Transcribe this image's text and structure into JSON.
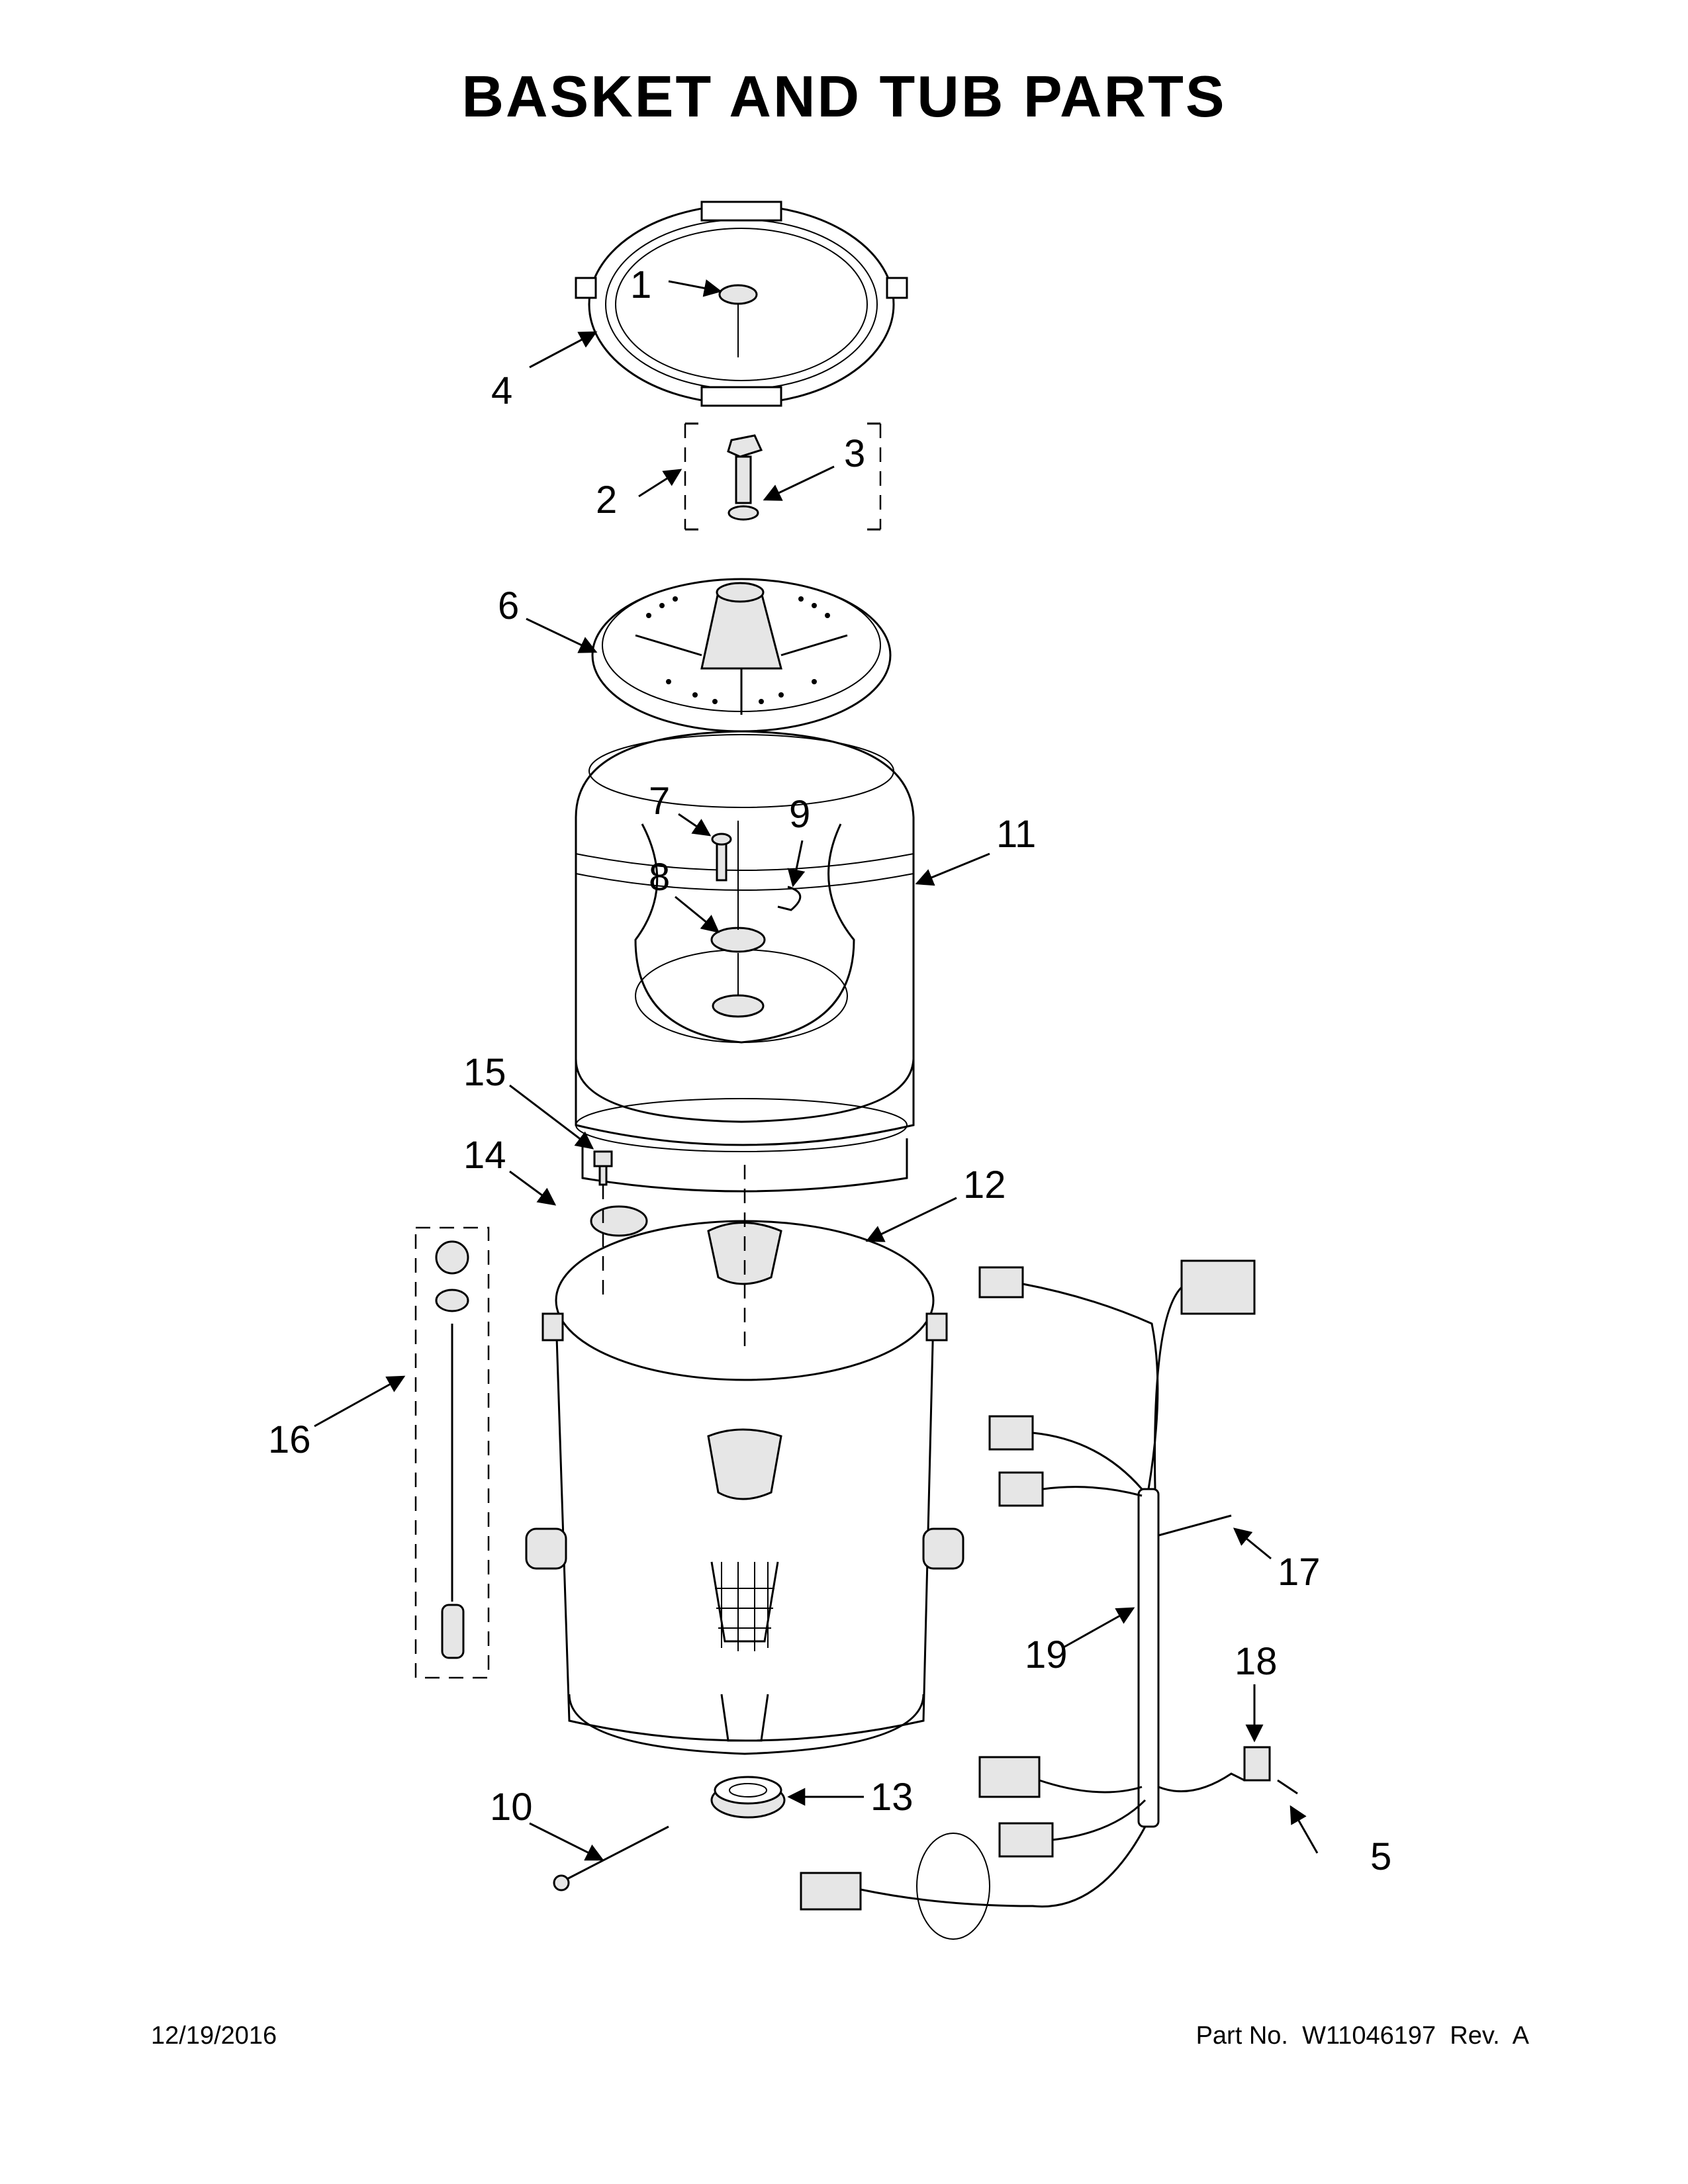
{
  "title": "BASKET AND TUB PARTS",
  "footer": {
    "date": "12/19/2016",
    "part_number": "Part No.  W11046197  Rev.  A"
  },
  "callouts": [
    "1",
    "2",
    "3",
    "4",
    "5",
    "6",
    "7",
    "8",
    "9",
    "10",
    "11",
    "12",
    "13",
    "14",
    "15",
    "16",
    "17",
    "18",
    "19"
  ]
}
